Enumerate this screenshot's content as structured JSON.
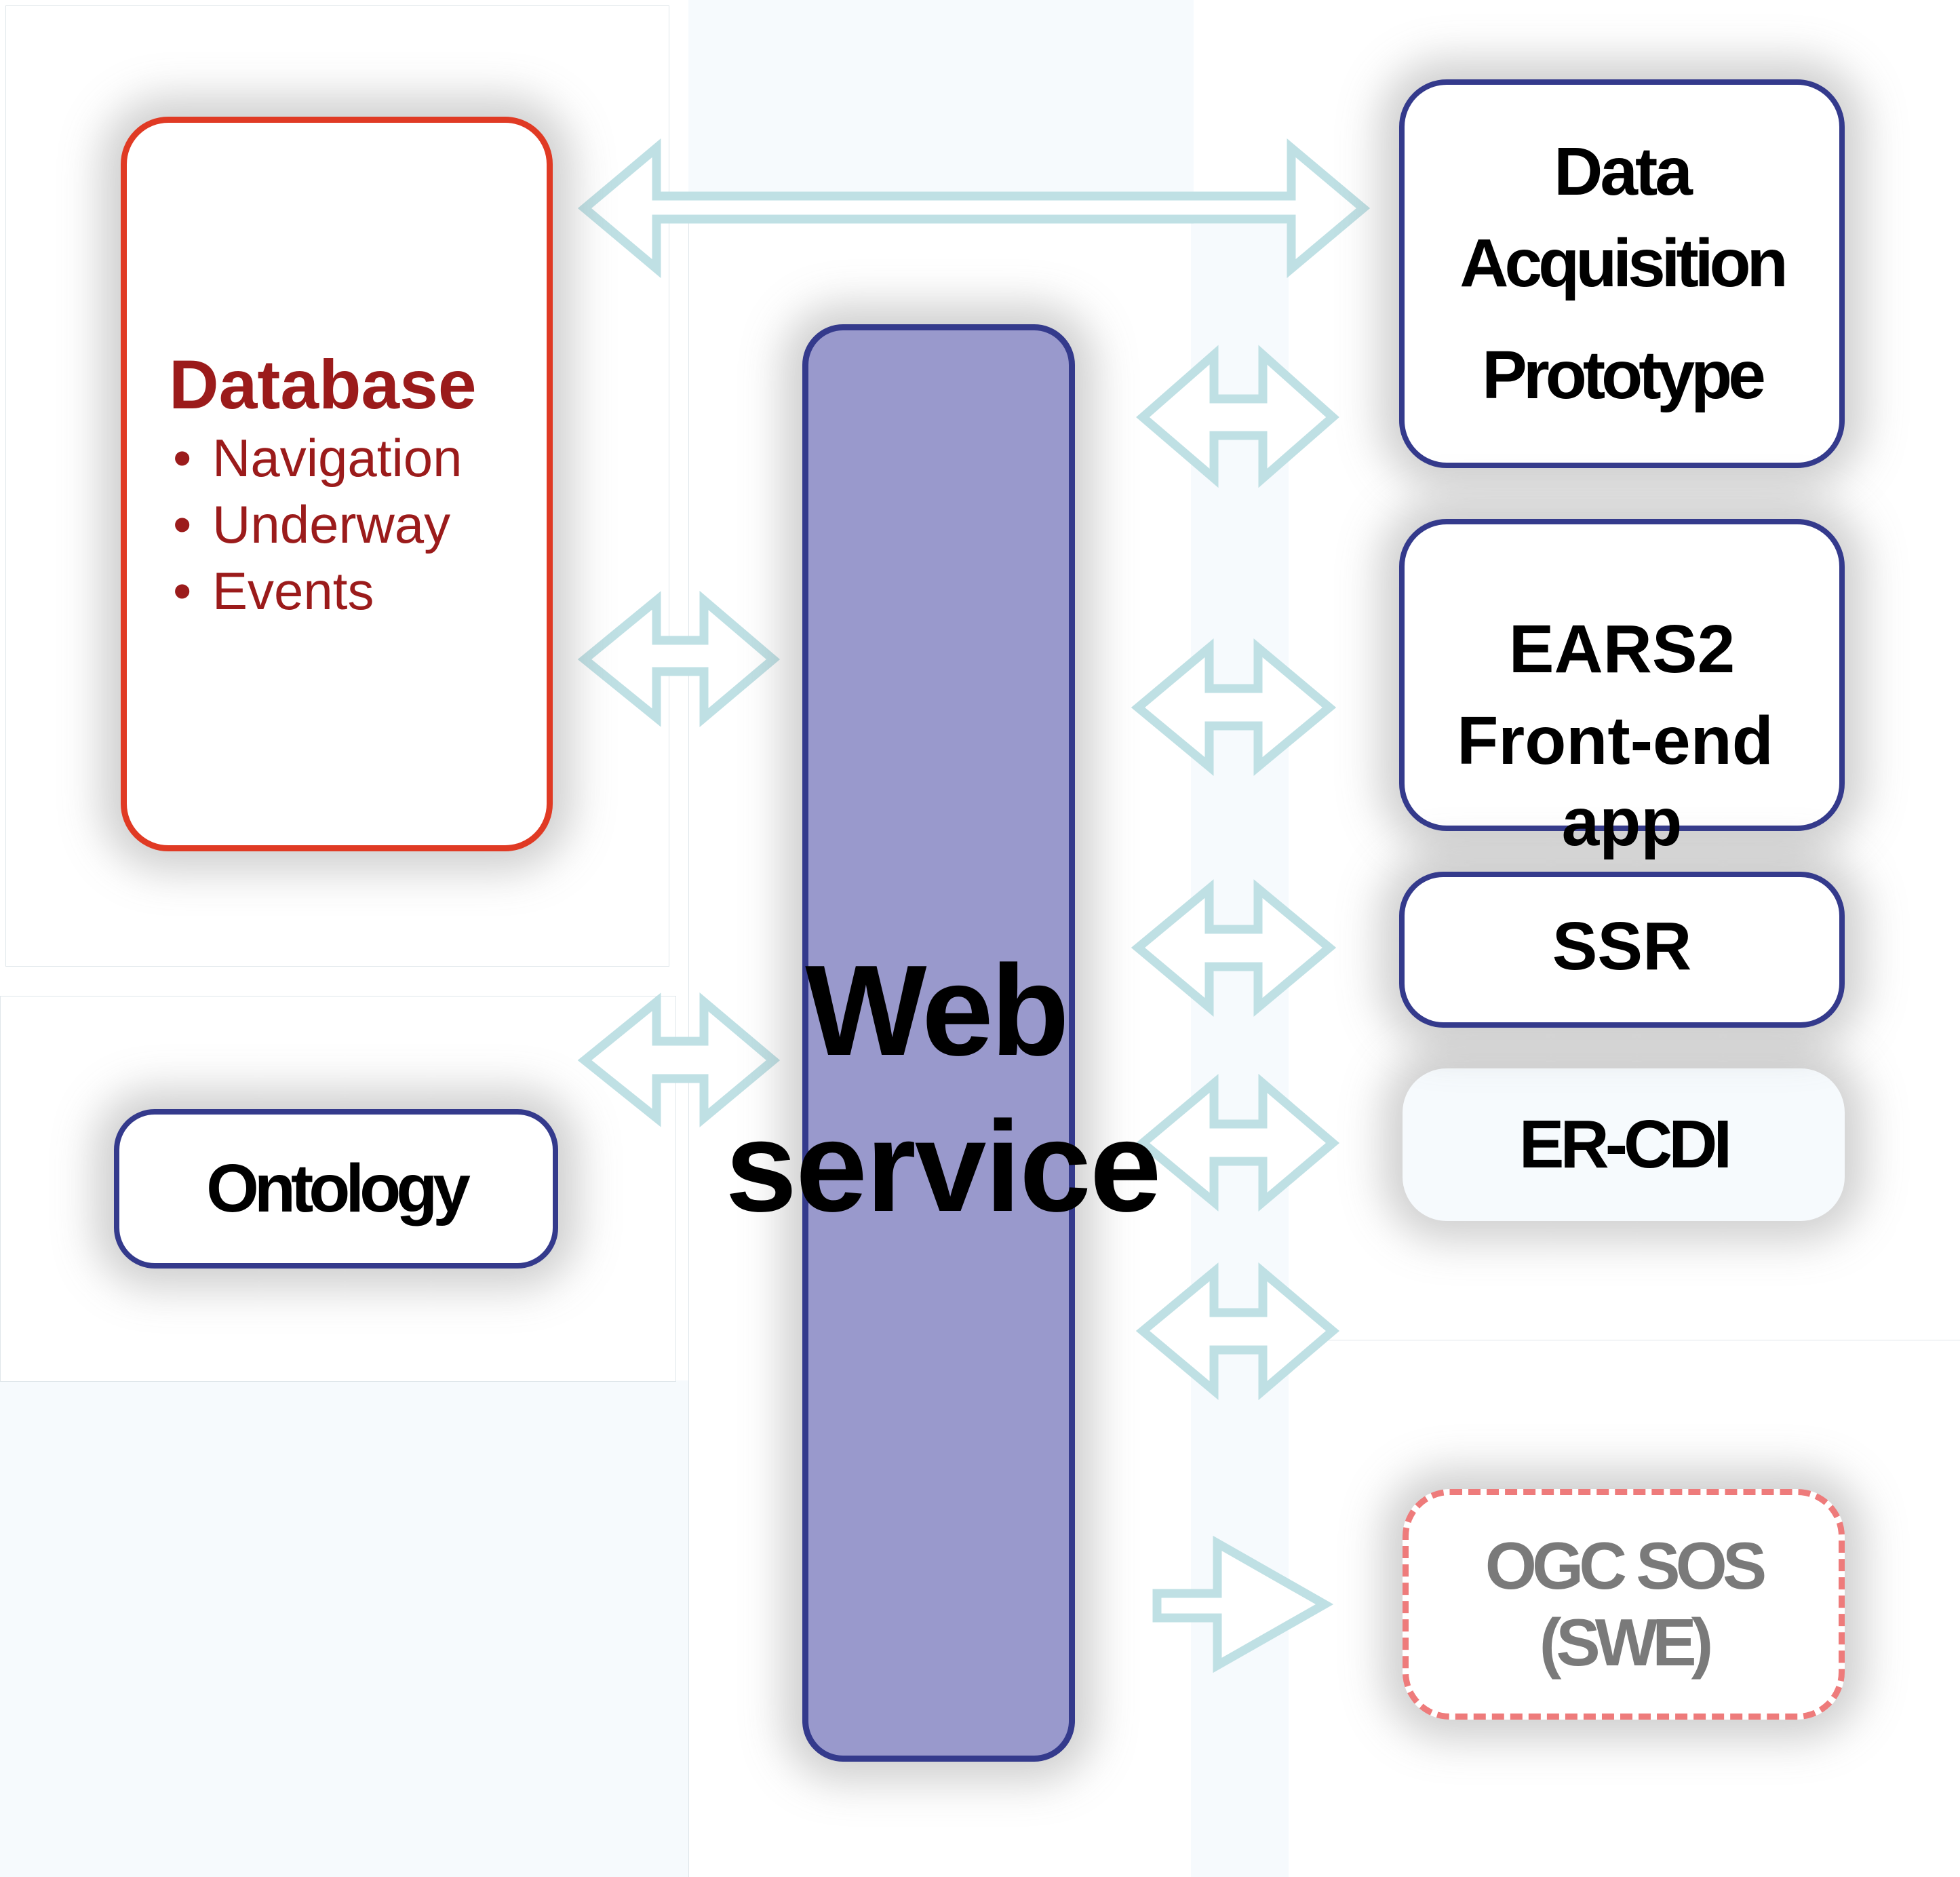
{
  "diagram": {
    "database": {
      "title": "Database",
      "items": [
        "Navigation",
        "Underway",
        "Events"
      ],
      "bullet": "•"
    },
    "ontology": {
      "label": "Ontology"
    },
    "web_service": {
      "line1": "Web",
      "line2": "service"
    },
    "data_acquisition": {
      "line1": "Data",
      "line2": "Acquisition",
      "line3": "Prototype"
    },
    "ears2": {
      "line1": "EARS2",
      "line2": "Front-end",
      "line3": "app"
    },
    "ssr": {
      "label": "SSR"
    },
    "er_cdi": {
      "label": "ER-CDI"
    },
    "ogc_sos": {
      "line1": "OGC SOS",
      "line2": "(SWE)"
    },
    "colors": {
      "database_border": "#e03a24",
      "database_text": "#9b1b1b",
      "box_border": "#343a8c",
      "web_service_fill": "#9999cc",
      "arrow_stroke": "#bfe0e4",
      "ogc_border": "#ee7b7b",
      "ogc_text": "#7a7a7a"
    }
  }
}
